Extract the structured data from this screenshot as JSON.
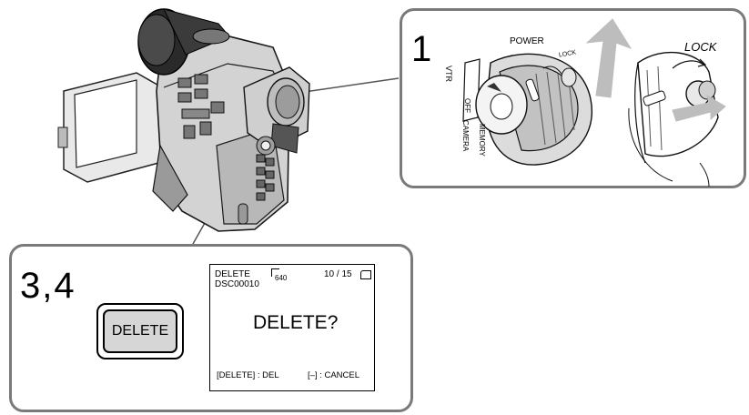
{
  "step_one": {
    "number": "1",
    "labels": {
      "power": "POWER",
      "lock_small": "LOCK",
      "lock_large": "LOCK",
      "vtr": "VTR",
      "off": "OFF",
      "camera": "CAMERA",
      "memory": "MEMORY"
    }
  },
  "step_three_four": {
    "number": "3,4",
    "button_label": "DELETE",
    "lcd": {
      "mode": "DELETE",
      "image_size": "640",
      "file_name": "DSC00010",
      "counter": "10 / 15",
      "prompt": "DELETE?",
      "footer_left": "[DELETE] : DEL",
      "footer_right": "[–] : CANCEL"
    }
  }
}
